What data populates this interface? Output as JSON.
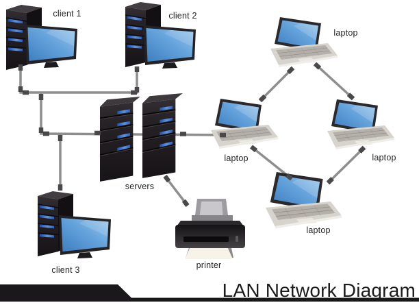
{
  "footer": {
    "title": "LAN Network Diagram"
  },
  "nodes": {
    "client1": {
      "label": "client 1",
      "type": "desktop-computer"
    },
    "client2": {
      "label": "client 2",
      "type": "desktop-computer"
    },
    "client3": {
      "label": "client 3",
      "type": "desktop-computer"
    },
    "servers": {
      "label": "servers",
      "type": "server-rack-pair"
    },
    "printer": {
      "label": "printer",
      "type": "printer"
    },
    "laptop_top": {
      "label": "laptop",
      "type": "laptop"
    },
    "laptop_left": {
      "label": "laptop",
      "type": "laptop"
    },
    "laptop_right": {
      "label": "laptop",
      "type": "laptop"
    },
    "laptop_bottom": {
      "label": "laptop",
      "type": "laptop"
    }
  },
  "connections": [
    {
      "from": "client 1",
      "to": "lan bus"
    },
    {
      "from": "client 2",
      "to": "lan bus"
    },
    {
      "from": "client 3",
      "to": "lan bus"
    },
    {
      "from": "servers",
      "to": "lan bus"
    },
    {
      "from": "servers",
      "to": "laptop (left)"
    },
    {
      "from": "servers",
      "to": "printer"
    },
    {
      "from": "laptop (left)",
      "to": "laptop (top)"
    },
    {
      "from": "laptop (top)",
      "to": "laptop (right)"
    },
    {
      "from": "laptop (left)",
      "to": "laptop (bottom)"
    },
    {
      "from": "laptop (right)",
      "to": "laptop (bottom)"
    }
  ],
  "colors": {
    "screen_blue": "#5b9bd5",
    "device_dark": "#1f1c1f",
    "cable_gray": "#8e8e8e",
    "connector_dark": "#4b484b",
    "led_blue": "#3a6fd0",
    "footer_black": "#1a181a",
    "label_text": "#232323"
  }
}
